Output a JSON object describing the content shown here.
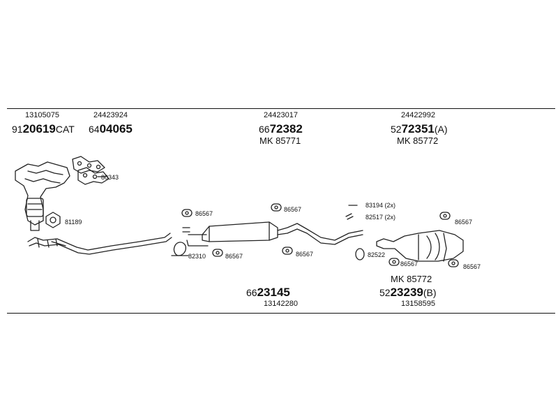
{
  "header_refs": {
    "left1": "13105075",
    "left2": "24423924",
    "mid": "24423017",
    "right": "24422992"
  },
  "groups": [
    {
      "pre": "91",
      "big": "20619",
      "suf": "CAT"
    },
    {
      "pre": "64",
      "big": "04065",
      "suf": ""
    },
    {
      "pre": "66",
      "big": "72382",
      "suf": "",
      "mk": "MK 85771"
    },
    {
      "pre": "52",
      "big": "72351",
      "suf": "(A)",
      "mk": "MK 85772"
    }
  ],
  "bottom_groups": [
    {
      "pre": "66",
      "big": "23145",
      "suf": "",
      "ref": "13142280"
    },
    {
      "pre": "52",
      "big": "23239",
      "suf": "(B)",
      "ref": "13158595",
      "mk": "MK 85772"
    }
  ],
  "callouts": {
    "c80343": "80343",
    "c81189": "81189",
    "c86567a": "86567",
    "c82310": "82310",
    "c86567b": "86567",
    "c86567c": "86567",
    "c86567d": "86567",
    "c83194": "83194 (2x)",
    "c82517": "82517 (2x)",
    "c82522": "82522",
    "c86567e": "86567",
    "c86567f": "86567",
    "c86567g": "86567"
  }
}
